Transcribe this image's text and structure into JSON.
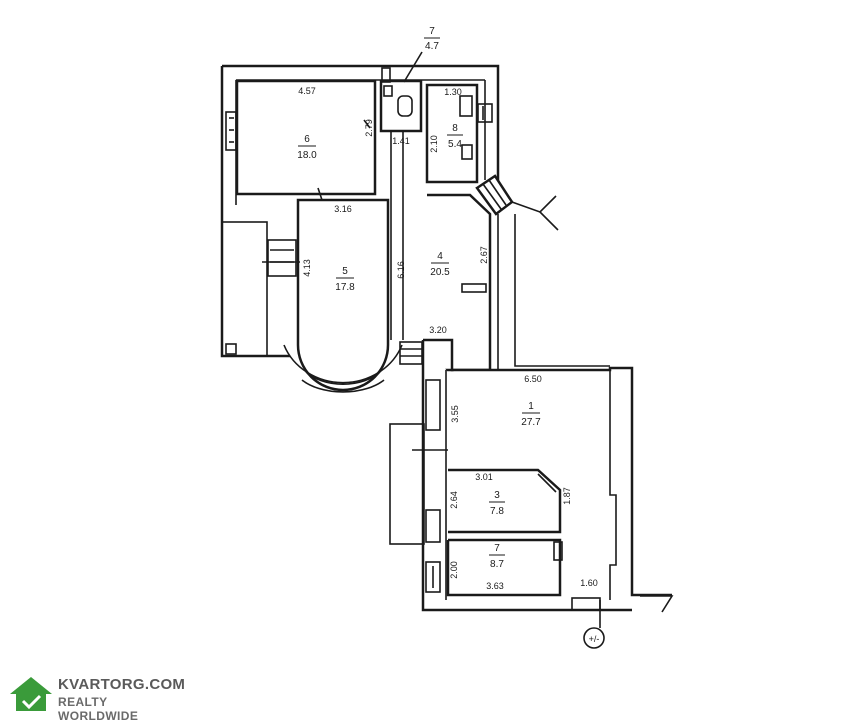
{
  "rooms": {
    "r1": {
      "num": "1",
      "area": "27.7"
    },
    "r3": {
      "num": "3",
      "area": "7.8"
    },
    "r4": {
      "num": "4",
      "area": "20.5"
    },
    "r5": {
      "num": "5",
      "area": "17.8"
    },
    "r6": {
      "num": "6",
      "area": "18.0"
    },
    "r7": {
      "num": "7",
      "area": "8.7"
    },
    "r8": {
      "num": "8",
      "area": "5.4"
    },
    "r7top": {
      "num": "7",
      "area": "4.7"
    }
  },
  "dimensions": {
    "d_457": "4.57",
    "d_279": "2.79",
    "d_141": "1.41",
    "d_130": "1.30",
    "d_210": "2.10",
    "d_316": "3.16",
    "d_413": "4.13",
    "d_616": "6.16",
    "d_267": "2.67",
    "d_320": "3.20",
    "d_650": "6.50",
    "d_355": "3.55",
    "d_301": "3.01",
    "d_264": "2.64",
    "d_187": "1.87",
    "d_200": "2.00",
    "d_363": "3.63",
    "d_160": "1.60"
  },
  "entrance": "+/-",
  "watermark": {
    "site": "KVARTORG.COM",
    "tagline": "REALTY WORLDWIDE",
    "logo_color": "#3a9b3a"
  }
}
